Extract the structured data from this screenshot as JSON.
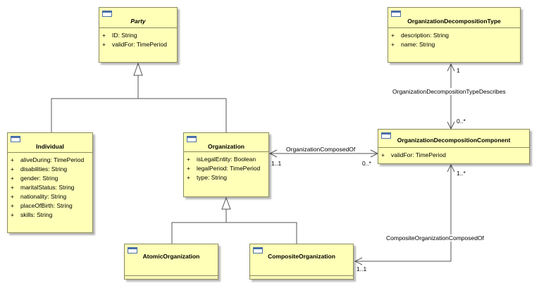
{
  "classes": {
    "party": {
      "name": "Party",
      "attributes": [
        {
          "vis": "+",
          "text": "ID: String"
        },
        {
          "vis": "+",
          "text": "validFor: TimePeriod"
        }
      ]
    },
    "individual": {
      "name": "Individual",
      "attributes": [
        {
          "vis": "+",
          "text": "aliveDuring: TimePeriod"
        },
        {
          "vis": "+",
          "text": "disabilities: String"
        },
        {
          "vis": "+",
          "text": "gender: String"
        },
        {
          "vis": "+",
          "text": "maritalStatus: String"
        },
        {
          "vis": "+",
          "text": "nationality: String"
        },
        {
          "vis": "+",
          "text": "placeOfBirth: String"
        },
        {
          "vis": "+",
          "text": "skills: String"
        }
      ]
    },
    "organization": {
      "name": "Organization",
      "attributes": [
        {
          "vis": "+",
          "text": "isLegalEntity: Boolean"
        },
        {
          "vis": "+",
          "text": "legalPeriod: TimePeriod"
        },
        {
          "vis": "+",
          "text": "type: String"
        }
      ]
    },
    "atomic": {
      "name": "AtomicOrganization"
    },
    "composite": {
      "name": "CompositeOrganization"
    },
    "decompType": {
      "name": "OrganizationDecompositionType",
      "attributes": [
        {
          "vis": "+",
          "text": "description: String"
        },
        {
          "vis": "+",
          "text": "name: String"
        }
      ]
    },
    "decompComponent": {
      "name": "OrganizationDecompositionComponent",
      "attributes": [
        {
          "vis": "+",
          "text": "validFor: TimePeriod"
        }
      ]
    }
  },
  "associations": {
    "composedOf": {
      "name": "OrganizationComposedOf",
      "source_mult": "1..1",
      "target_mult": "0..*"
    },
    "typeDescribes": {
      "name": "OrganizationDecompositionTypeDescribes",
      "source_mult": "1",
      "target_mult": "0..*"
    },
    "compositeComposedOf": {
      "name": "CompositeOrganizationComposedOf",
      "source_mult": "1..*",
      "target_mult": "1..1"
    }
  }
}
